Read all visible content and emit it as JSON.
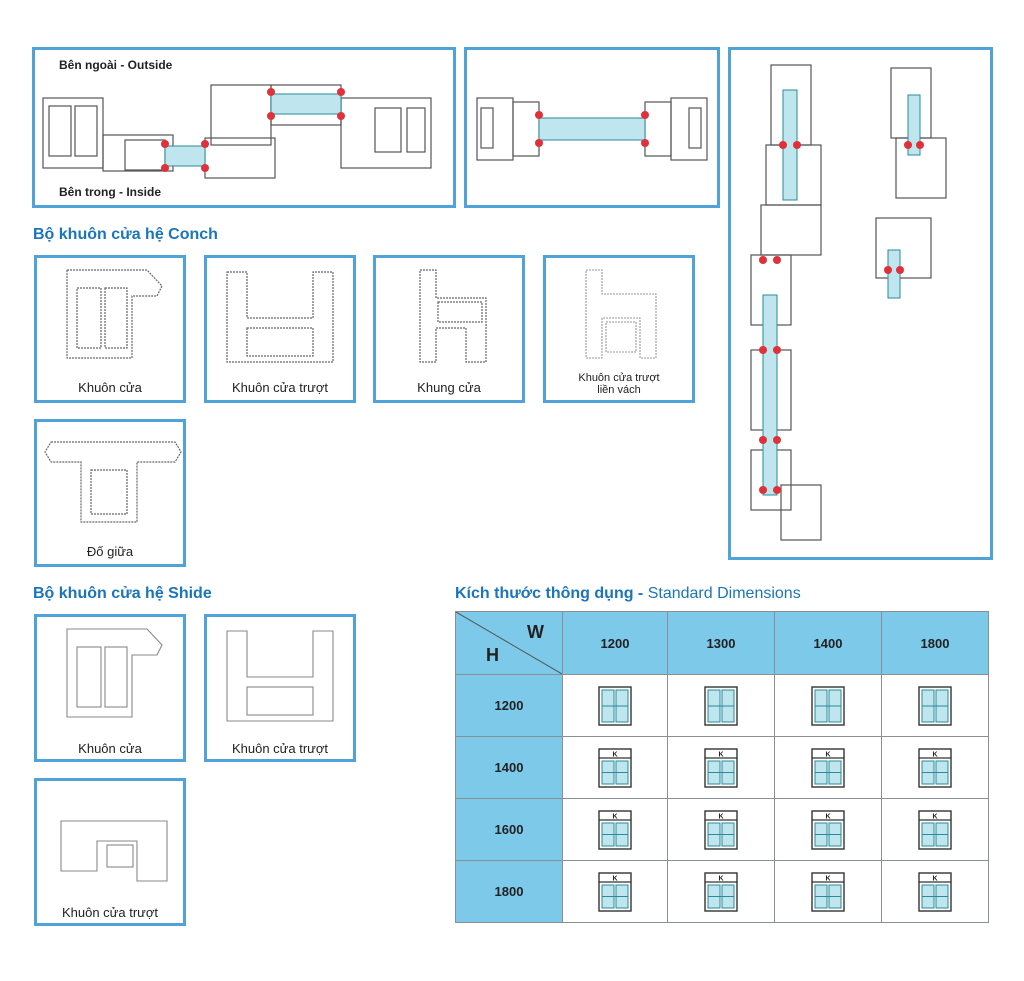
{
  "top_diagrams": {
    "outside_label": "Bên ngoài - Outside",
    "inside_label": "Bên trong - Inside"
  },
  "conch": {
    "title": "Bộ khuôn cửa hệ Conch",
    "profiles": [
      {
        "caption": "Khuôn cửa"
      },
      {
        "caption": "Khuôn cửa trượt"
      },
      {
        "caption": "Khung cửa"
      },
      {
        "caption_line1": "Khuôn cửa trượt",
        "caption_line2": "liền vách"
      },
      {
        "caption": "Đố giữa"
      }
    ]
  },
  "shide": {
    "title": "Bộ khuôn cửa hệ Shide",
    "profiles": [
      {
        "caption": "Khuôn cửa"
      },
      {
        "caption": "Khuôn cửa trượt"
      },
      {
        "caption": "Khuôn cửa trượt"
      }
    ]
  },
  "dimensions": {
    "title_vi": "Kích thước thông dụng -",
    "title_en": "Standard Dimensions",
    "corner_w": "W",
    "corner_h": "H",
    "widths": [
      "1200",
      "1300",
      "1400",
      "1800"
    ],
    "rows": [
      {
        "height": "1200",
        "transom": false,
        "transom_label": ""
      },
      {
        "height": "1400",
        "transom": true,
        "transom_label": "K"
      },
      {
        "height": "1600",
        "transom": true,
        "transom_label": "K"
      },
      {
        "height": "1800",
        "transom": true,
        "transom_label": "K"
      }
    ]
  },
  "colors": {
    "border": "#4fa3d8",
    "title": "#1b75bb",
    "table_header": "#7cc9ea",
    "glass": "#bfe6ef",
    "gasket": "#e0313a"
  }
}
